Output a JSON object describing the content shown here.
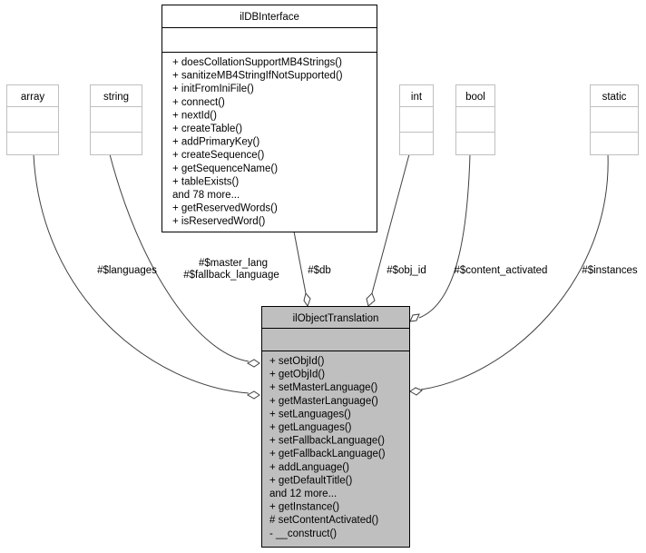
{
  "classes": {
    "array": {
      "name": "array"
    },
    "string": {
      "name": "string"
    },
    "dbinterface": {
      "name": "ilDBInterface",
      "methods": [
        "+ doesCollationSupportMB4Strings()",
        "+ sanitizeMB4StringIfNotSupported()",
        "+ initFromIniFile()",
        "+ connect()",
        "+ nextId()",
        "+ createTable()",
        "+ addPrimaryKey()",
        "+ createSequence()",
        "+ getSequenceName()",
        "+ tableExists()",
        "and 78 more...",
        "+ getReservedWords()",
        "+ isReservedWord()"
      ]
    },
    "int": {
      "name": "int"
    },
    "bool": {
      "name": "bool"
    },
    "static": {
      "name": "static"
    },
    "main": {
      "name": "ilObjectTranslation",
      "methods": [
        "+ setObjId()",
        "+ getObjId()",
        "+ setMasterLanguage()",
        "+ getMasterLanguage()",
        "+ setLanguages()",
        "+ getLanguages()",
        "+ setFallbackLanguage()",
        "+ getFallbackLanguage()",
        "+ addLanguage()",
        "+ getDefaultTitle()",
        "and 12 more...",
        "+ getInstance()",
        "# setContentActivated()",
        "- __construct()"
      ]
    }
  },
  "edges": {
    "languages": "#$languages",
    "master_lang": "#$master_lang",
    "fallback_language": "#$fallback_language",
    "db": "#$db",
    "obj_id": "#$obj_id",
    "content_activated": "#$content_activated",
    "instances": "#$instances"
  }
}
